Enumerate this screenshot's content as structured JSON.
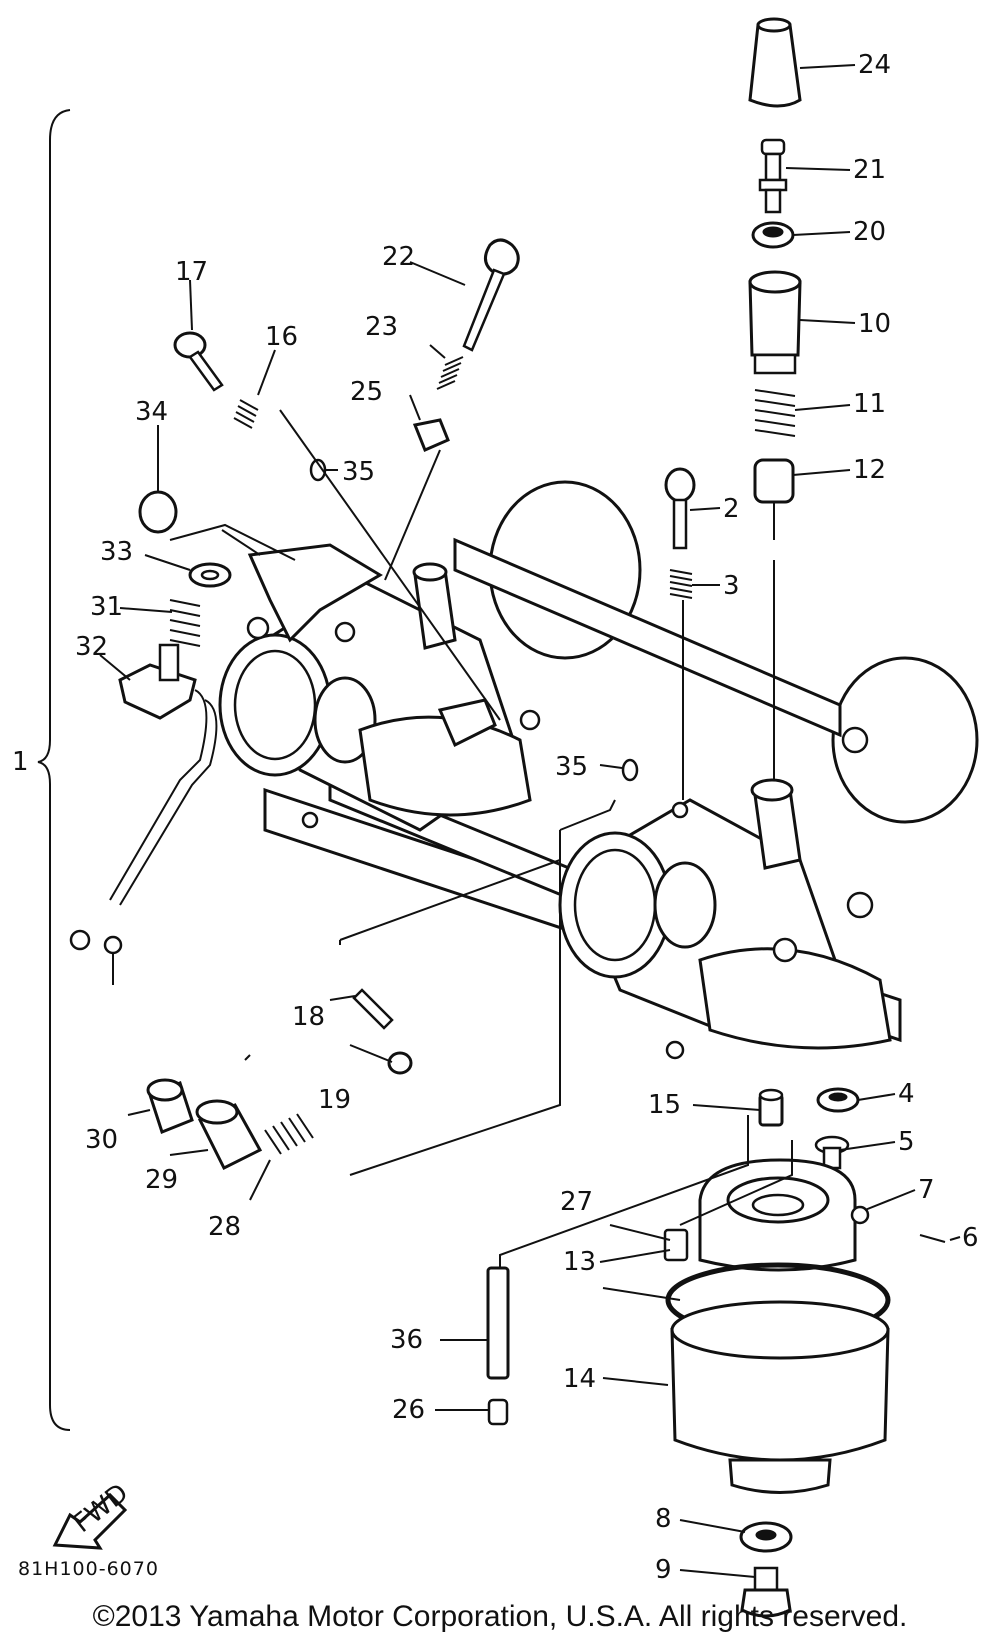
{
  "diagram": {
    "figure_code": "81H100-6070",
    "copyright": "©2013 Yamaha Motor Corporation, U.S.A. All rights reserved.",
    "direction_label": "FWD",
    "callouts": {
      "c1": "1",
      "c2": "2",
      "c3": "3",
      "c4": "4",
      "c5": "5",
      "c6": "6",
      "c7": "7",
      "c8": "8",
      "c9": "9",
      "c10": "10",
      "c11": "11",
      "c12": "12",
      "c13": "13",
      "c14": "14",
      "c15": "15",
      "c16": "16",
      "c17": "17",
      "c18": "18",
      "c19": "19",
      "c20": "20",
      "c21": "21",
      "c22": "22",
      "c23": "23",
      "c24": "24",
      "c25": "25",
      "c26": "26",
      "c27": "27",
      "c28": "28",
      "c29": "29",
      "c30": "30",
      "c31": "31",
      "c32": "32",
      "c33": "33",
      "c34": "34",
      "c35a": "35",
      "c35b": "35",
      "c36": "36"
    }
  }
}
